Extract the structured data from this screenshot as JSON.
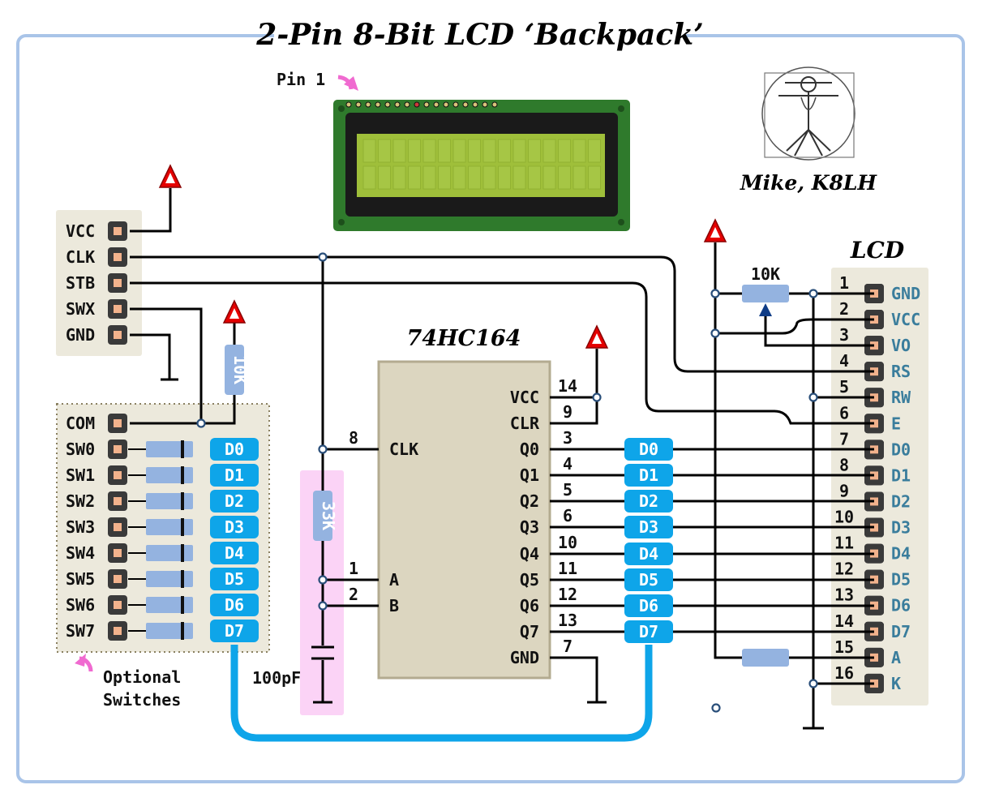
{
  "title": "2-Pin 8-Bit LCD ‘Backpack’",
  "author": "Mike, K8LH",
  "pin1_label": "Pin 1",
  "lcd_header_title": "LCD",
  "chip": {
    "name": "74HC164",
    "left_pins": [
      {
        "num": "8",
        "label": "CLK"
      },
      {
        "num": "1",
        "label": "A"
      },
      {
        "num": "2",
        "label": "B"
      }
    ],
    "right_pins": [
      {
        "num": "14",
        "label": "VCC"
      },
      {
        "num": "9",
        "label": "CLR"
      },
      {
        "num": "3",
        "label": "Q0"
      },
      {
        "num": "4",
        "label": "Q1"
      },
      {
        "num": "5",
        "label": "Q2"
      },
      {
        "num": "6",
        "label": "Q3"
      },
      {
        "num": "10",
        "label": "Q4"
      },
      {
        "num": "11",
        "label": "Q5"
      },
      {
        "num": "12",
        "label": "Q6"
      },
      {
        "num": "13",
        "label": "Q7"
      },
      {
        "num": "7",
        "label": "GND"
      }
    ]
  },
  "input_header": [
    "VCC",
    "CLK",
    "STB",
    "SWX",
    "GND"
  ],
  "switch_block": {
    "com": "COM",
    "switches": [
      "SW0",
      "SW1",
      "SW2",
      "SW3",
      "SW4",
      "SW5",
      "SW6",
      "SW7"
    ],
    "bus": [
      "D0",
      "D1",
      "D2",
      "D3",
      "D4",
      "D5",
      "D6",
      "D7"
    ],
    "caption_line1": "Optional",
    "caption_line2": "Switches"
  },
  "chip_bus": [
    "D0",
    "D1",
    "D2",
    "D3",
    "D4",
    "D5",
    "D6",
    "D7"
  ],
  "lcd_pins": [
    {
      "num": "1",
      "label": "GND"
    },
    {
      "num": "2",
      "label": "VCC"
    },
    {
      "num": "3",
      "label": "VO"
    },
    {
      "num": "4",
      "label": "RS"
    },
    {
      "num": "5",
      "label": "RW"
    },
    {
      "num": "6",
      "label": "E"
    },
    {
      "num": "7",
      "label": "D0"
    },
    {
      "num": "8",
      "label": "D1"
    },
    {
      "num": "9",
      "label": "D2"
    },
    {
      "num": "10",
      "label": "D3"
    },
    {
      "num": "11",
      "label": "D4"
    },
    {
      "num": "12",
      "label": "D5"
    },
    {
      "num": "13",
      "label": "D6"
    },
    {
      "num": "14",
      "label": "D7"
    },
    {
      "num": "15",
      "label": "A"
    },
    {
      "num": "16",
      "label": "K"
    }
  ],
  "components": {
    "pullup": "10K",
    "timing_resistor": "33K",
    "capacitor": "100pF",
    "contrast_pot": "10K"
  },
  "colors": {
    "frame": "#a9c4e8",
    "bus": "#0ea5e9",
    "header_bg": "#ece9dc",
    "chip_fill": "#dcd6c0",
    "timing_highlight": "#fbd3f6",
    "vcc_symbol": "#e50000",
    "lcd_label": "#3a7d9c",
    "arrow": "#f06ad0"
  },
  "icons": [
    "vcc-arrow-icon",
    "ground-icon",
    "pink-arrow-icon",
    "vitruvian-logo-icon",
    "lcd-module-icon"
  ]
}
